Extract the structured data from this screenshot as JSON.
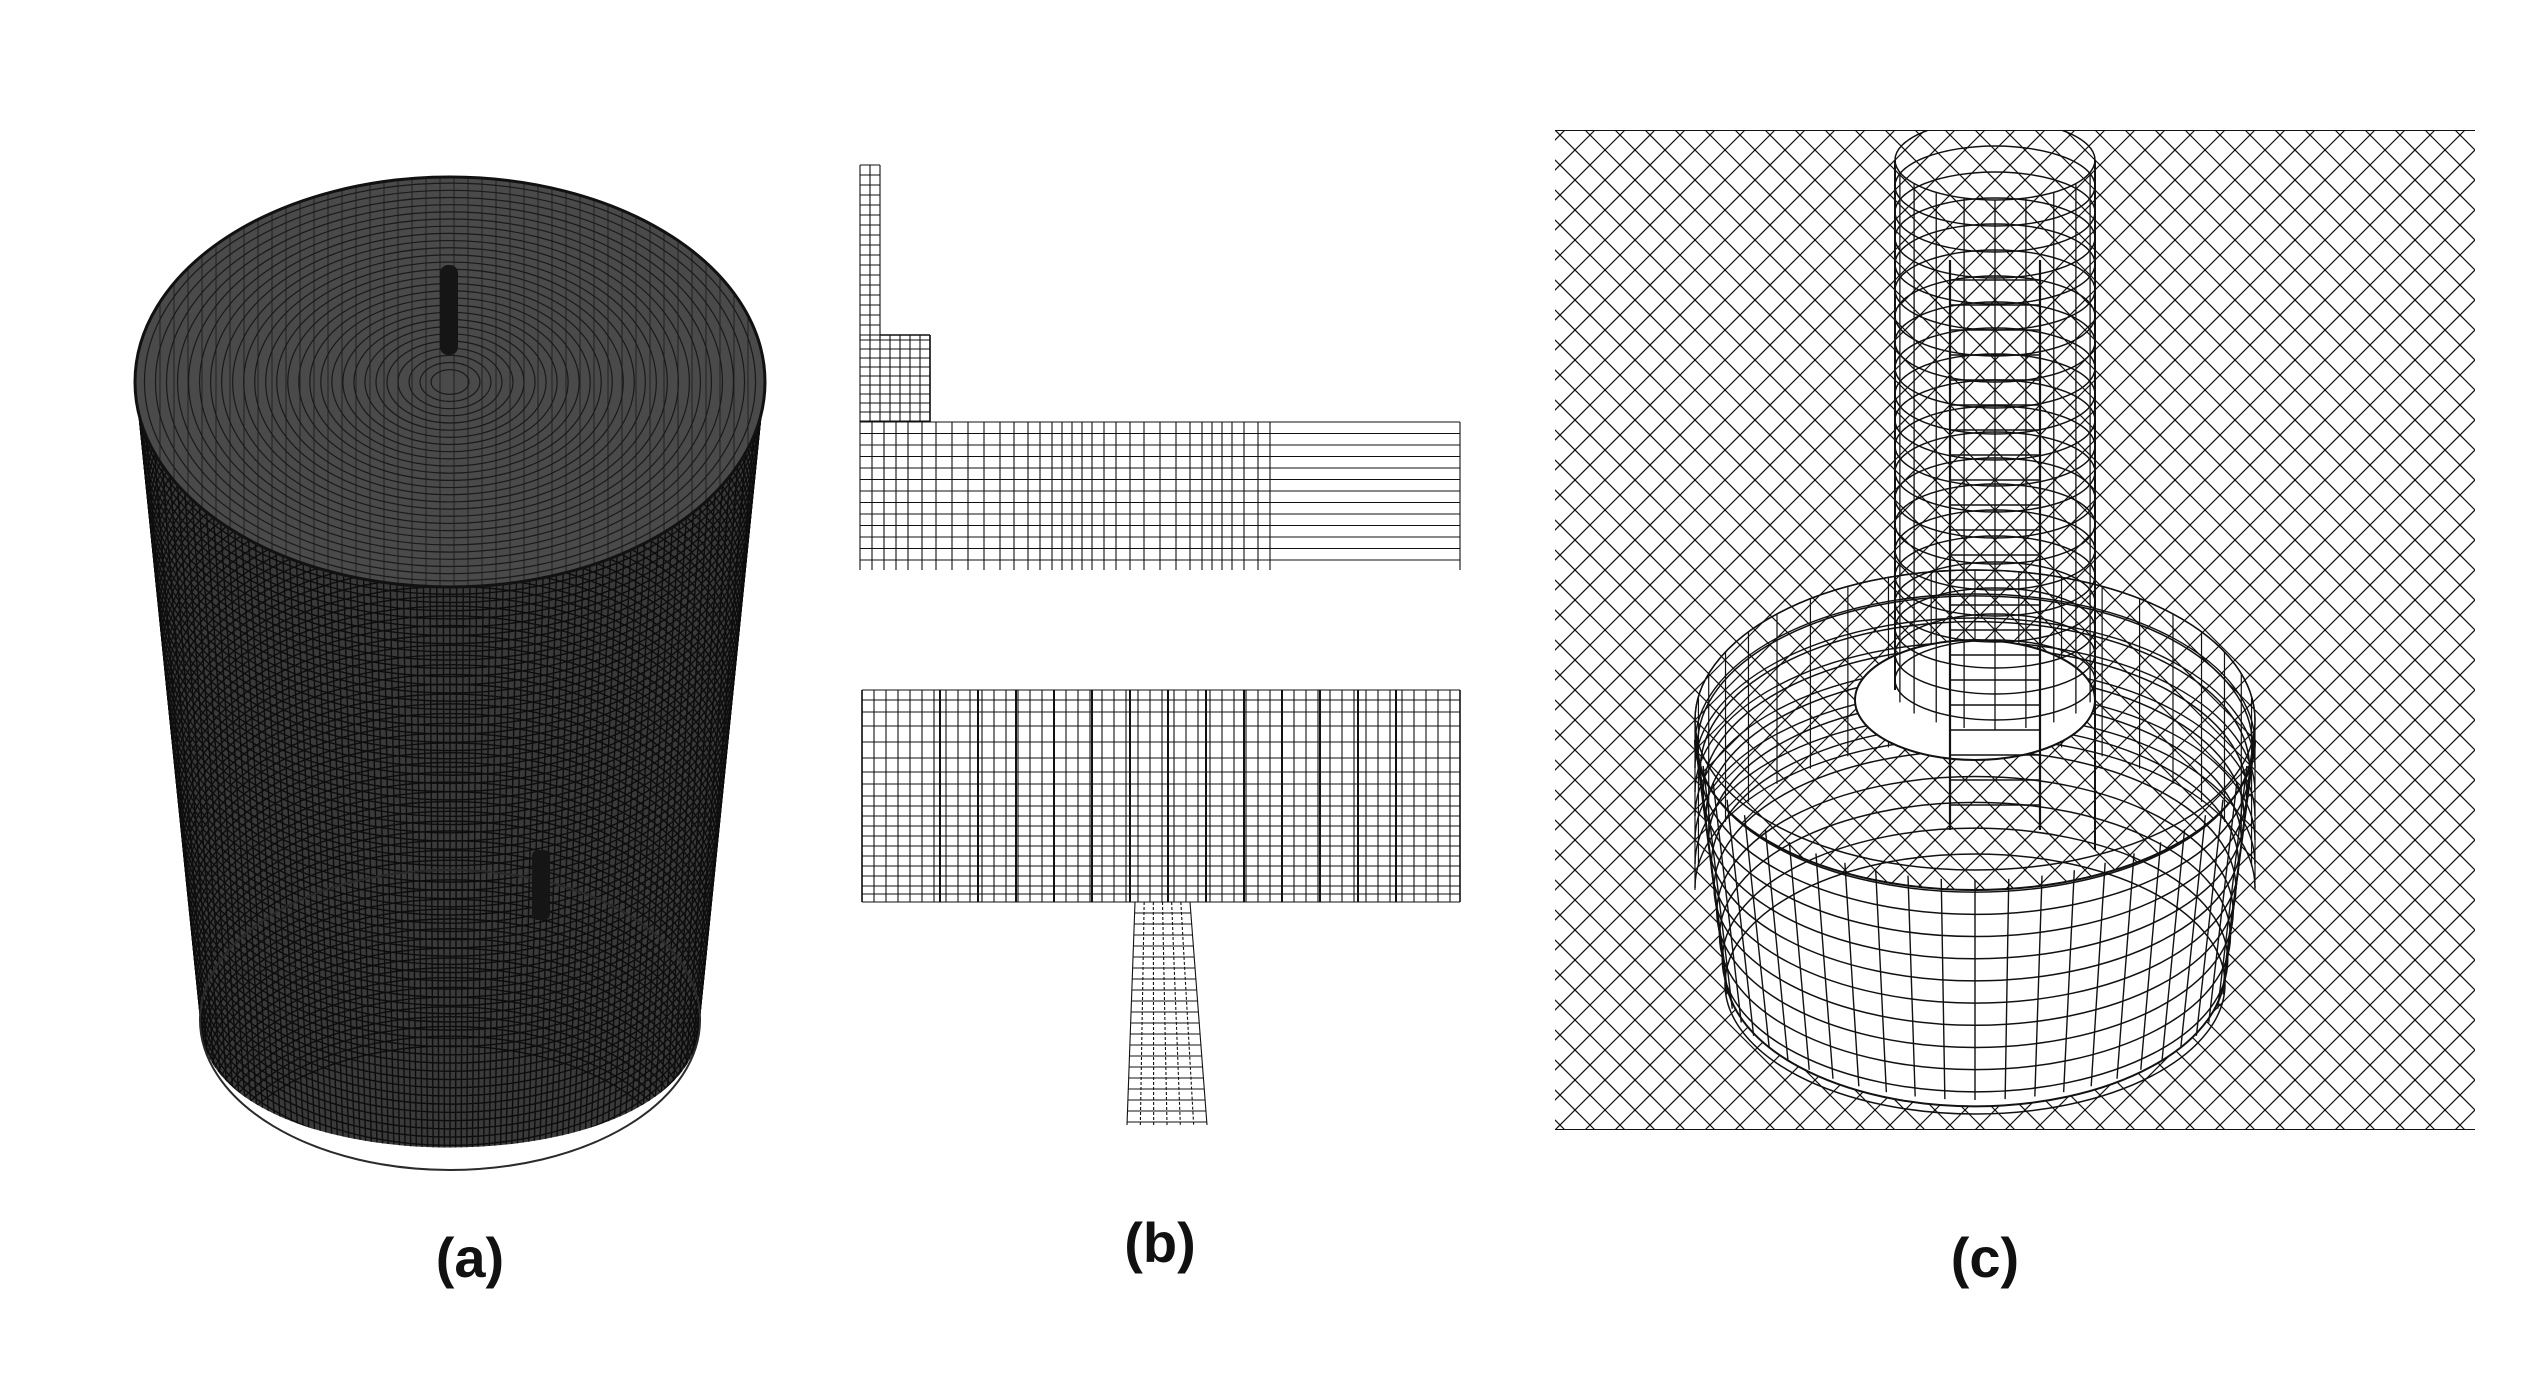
{
  "figure": {
    "panels": [
      {
        "id": "a",
        "label": "(a)"
      },
      {
        "id": "b",
        "label": "(b)"
      },
      {
        "id": "c",
        "label": "(c)"
      }
    ]
  },
  "colors": {
    "line": "#111111",
    "background": "#ffffff"
  }
}
